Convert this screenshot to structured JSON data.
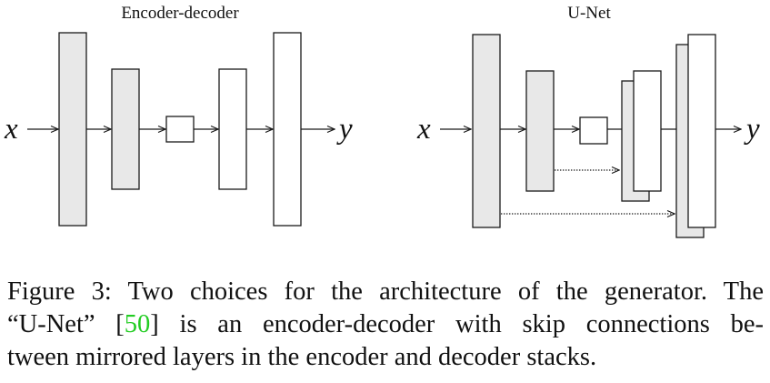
{
  "left_diagram": {
    "title": "Encoder-decoder",
    "input_label": "x",
    "output_label": "y"
  },
  "right_diagram": {
    "title": "U-Net",
    "input_label": "x",
    "output_label": "y"
  },
  "caption": {
    "line1": "Figure 3: Two choices for the architecture of the generator. The",
    "line2_before": "“U-Net” [",
    "citation": "50",
    "line2_after": "] is an encoder-decoder with skip connections be-",
    "line3": "tween mirrored layers in the encoder and decoder stacks."
  },
  "colors": {
    "encoder_layer_fill": "#e8e8e8",
    "decoder_layer_fill": "#ffffff",
    "citation_link": "#22cc22"
  }
}
